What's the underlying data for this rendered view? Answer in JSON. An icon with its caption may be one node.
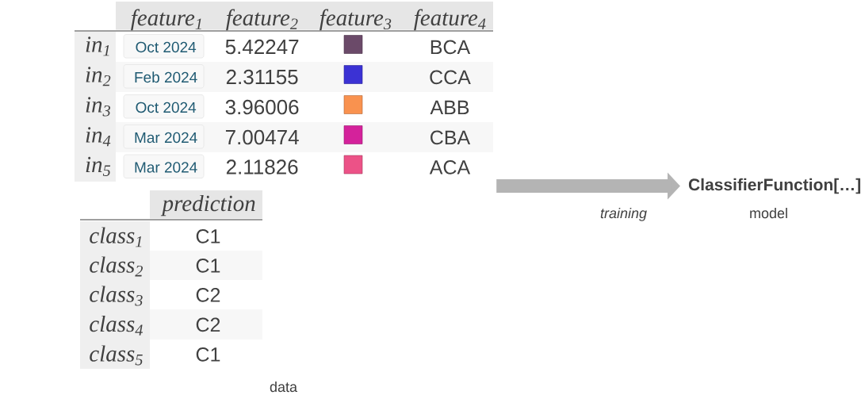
{
  "diagram": {
    "nodes": [
      {
        "text": [
          "data"
        ]
      },
      {
        "text": [
          "ClassifierFunction[…]",
          "model"
        ]
      }
    ],
    "edges": [
      {
        "from": 0,
        "to": 1,
        "arrow": "to",
        "label": "training",
        "color": "#b4b4b4"
      }
    ],
    "labels": [
      "feature$_{1}$",
      "feature$_{2}$",
      "feature$_{3}$",
      "feature$_{4}$",
      "in$_{1}$",
      "Oct 2024",
      "5.42247",
      "BCA",
      "in$_{2}$",
      "Feb 2024",
      "2.31155",
      "CCA",
      "in$_{3}$",
      "Oct 2024",
      "3.96006",
      "ABB",
      "in$_{4}$",
      "Mar 2024",
      "7.00474",
      "CBA",
      "in$_{5}$",
      "Mar 2024",
      "2.11826",
      "ACA",
      "prediction",
      "class$_{1}$",
      "C1",
      "class$_{2}$",
      "C1",
      "class$_{3}$",
      "C2",
      "class$_{4}$",
      "C2",
      "class$_{5}$",
      "C1"
    ]
  }
}
